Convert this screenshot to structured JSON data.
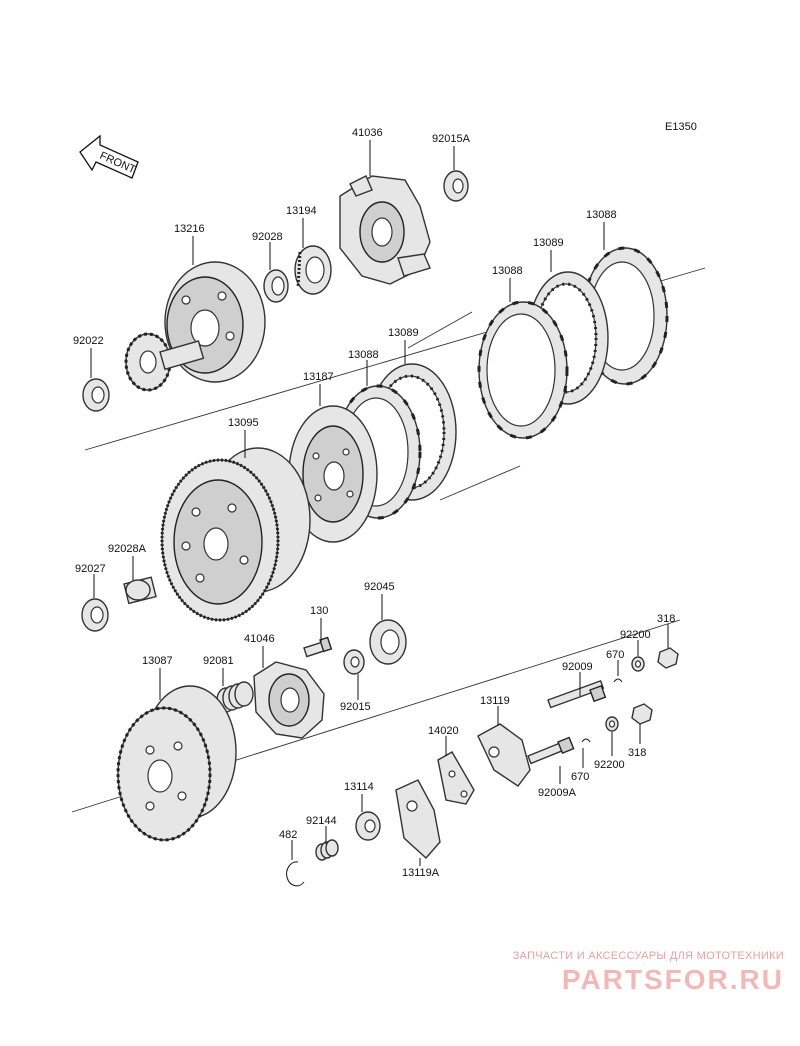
{
  "diagram_code": "E1350",
  "front_label": "FRONT",
  "parts": {
    "p41036": "41036",
    "p92015A": "92015A",
    "p13194": "13194",
    "p92028": "92028",
    "p13216": "13216",
    "p13088_top": "13088",
    "p13089_top": "13089",
    "p13088_mid": "13088",
    "p13089_mid": "13089",
    "p13088_left": "13088",
    "p13187": "13187",
    "p92022": "92022",
    "p13095": "13095",
    "p92028A": "92028A",
    "p92027": "92027",
    "p92045": "92045",
    "p130": "130",
    "p41046": "41046",
    "p92081": "92081",
    "p13087": "13087",
    "p92015": "92015",
    "p318_top": "318",
    "p92200_top": "92200",
    "p670_top": "670",
    "p92009": "92009",
    "p13119": "13119",
    "p14020": "14020",
    "p670_bot": "670",
    "p92200_bot": "92200",
    "p318_bot": "318",
    "p92009A": "92009A",
    "p13114": "13114",
    "p92144": "92144",
    "p482": "482",
    "p13119A": "13119A"
  },
  "watermark": {
    "tagline": "ЗАПЧАСТИ И АКСЕССУАРЫ ДЛЯ МОТОТЕХНИКИ",
    "brand": "PARTSFOR.RU"
  }
}
